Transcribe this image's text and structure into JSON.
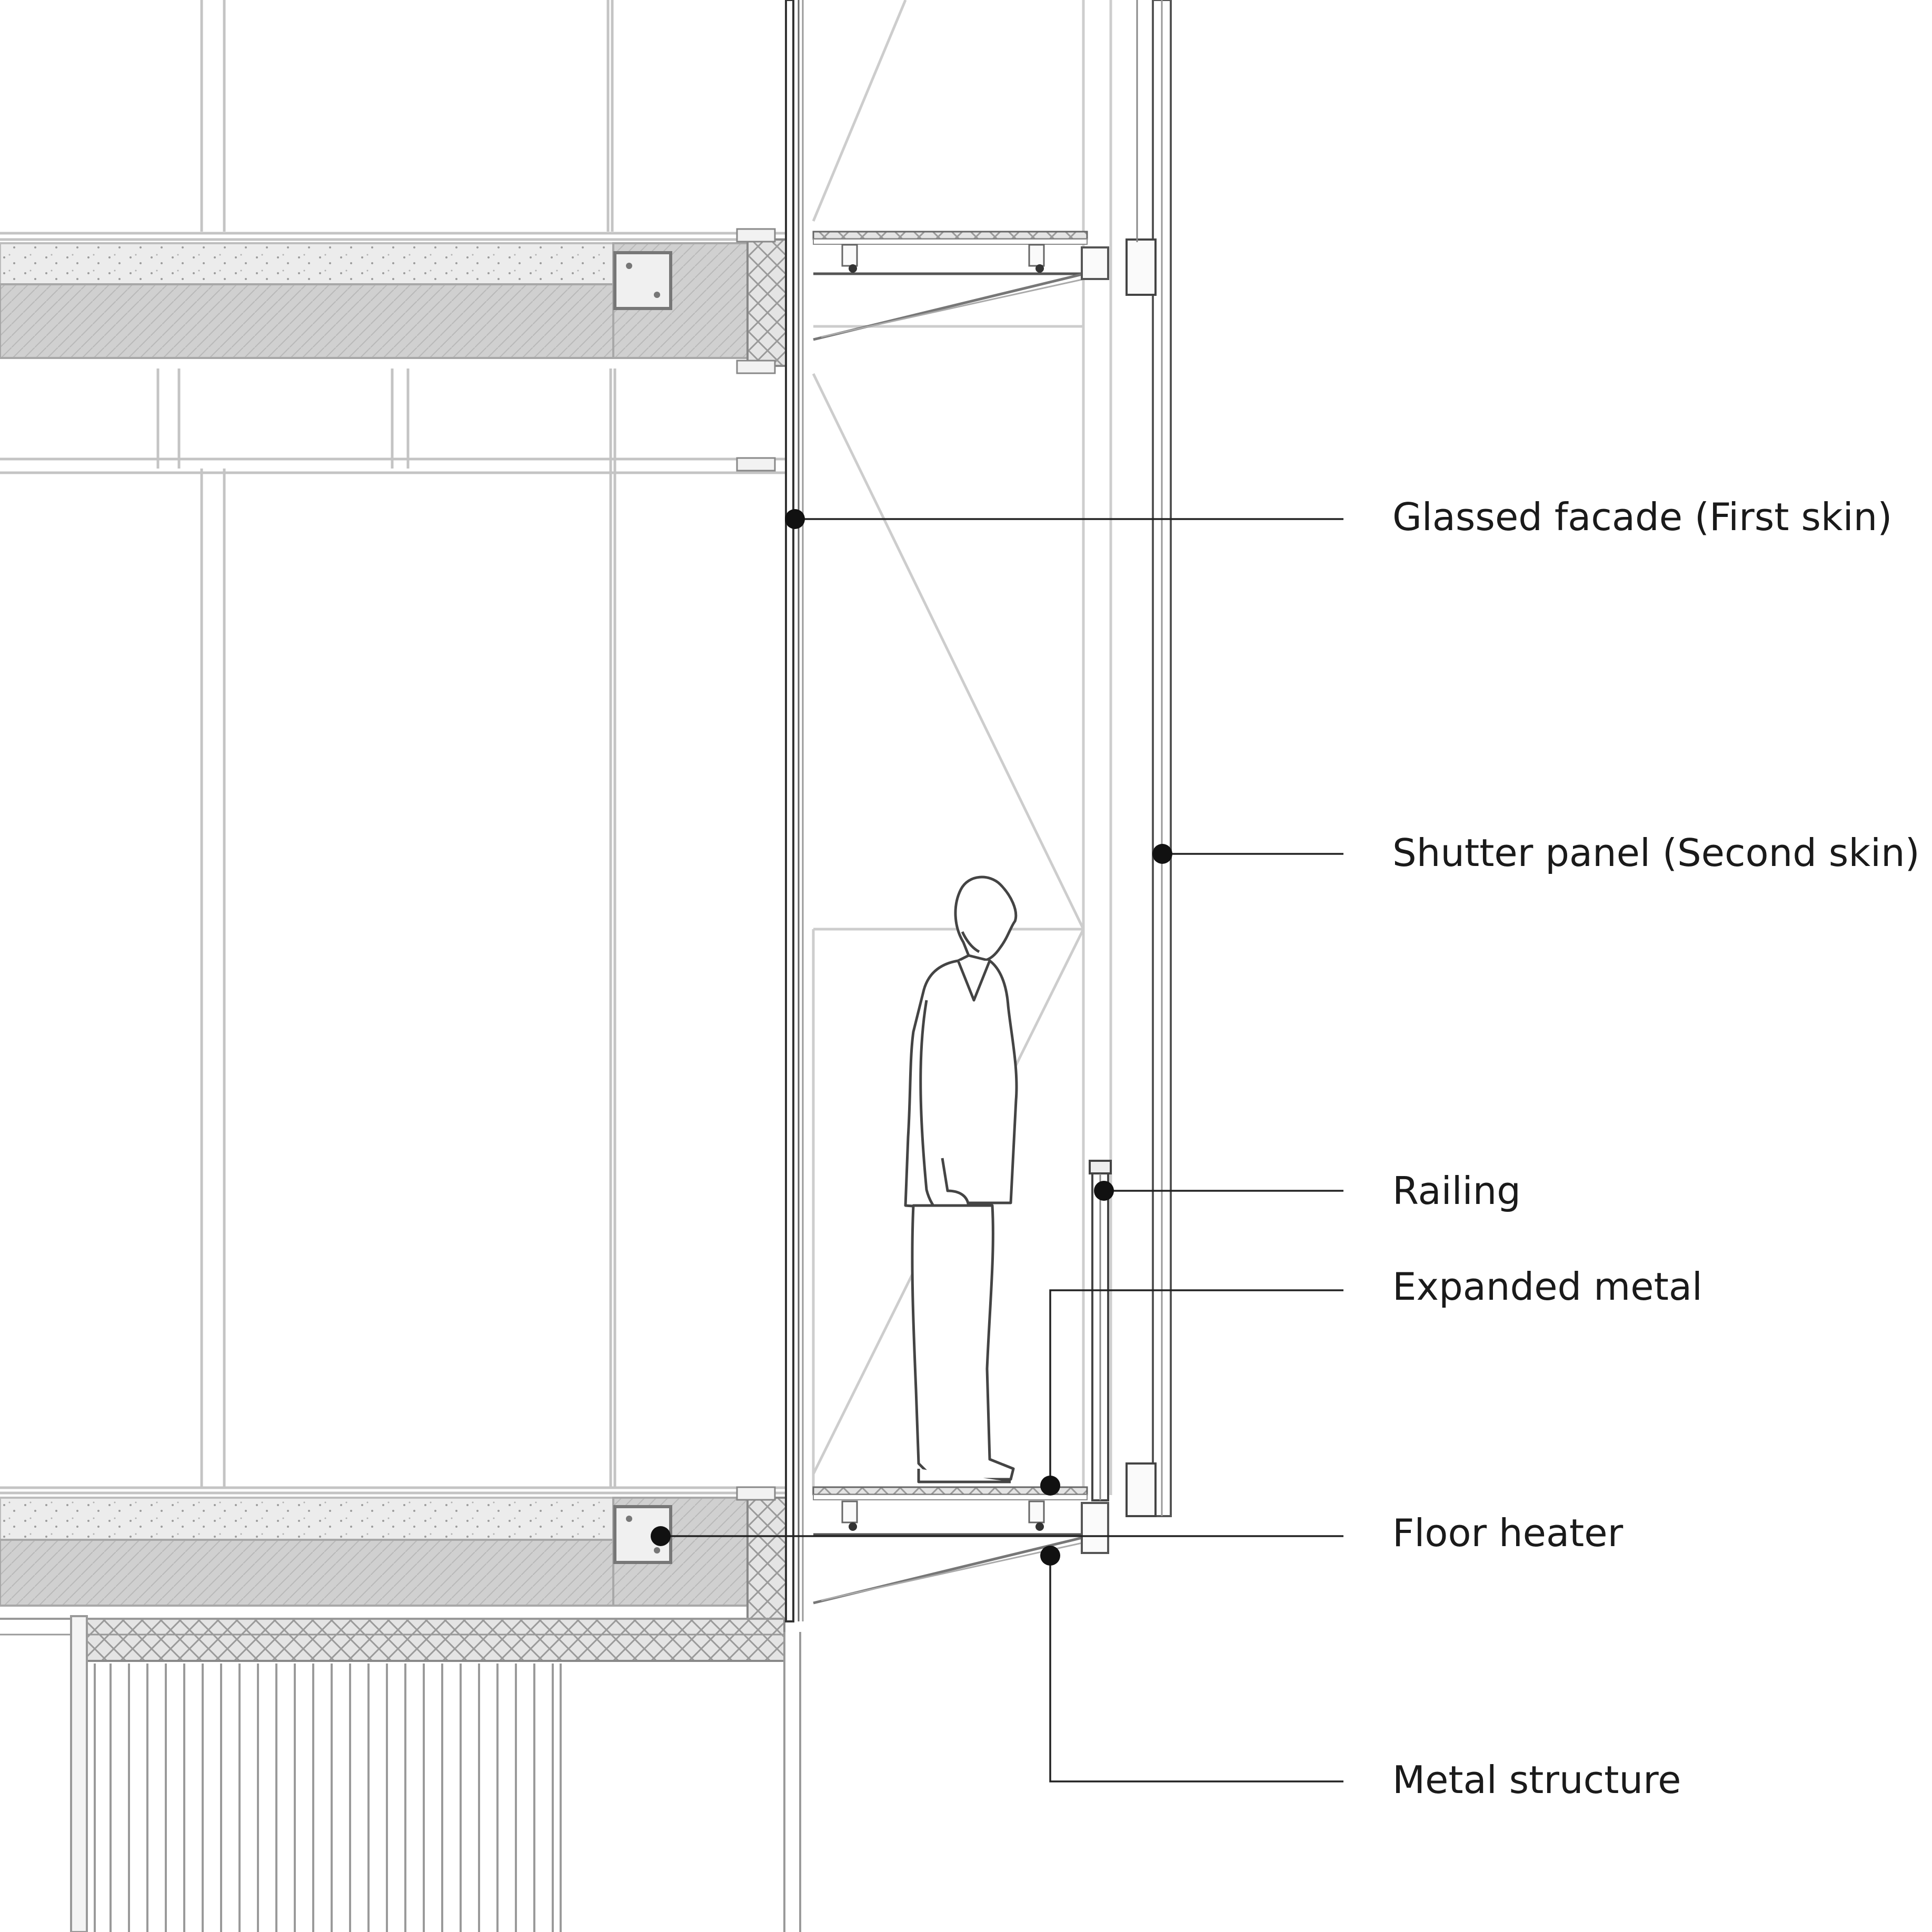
{
  "diagram": {
    "type": "architectural-section",
    "colors": {
      "line": "#bfbfbf",
      "ink": "#1a1a1a",
      "slab_fill": "#cfcfcf",
      "hatch_fill": "#dedede",
      "leader": "#222222"
    },
    "labels": {
      "glassed_facade": "Glassed facade (First skin)",
      "shutter_panel": "Shutter panel (Second skin)",
      "railing": "Railing",
      "expanded_metal": "Expanded metal",
      "floor_heater": "Floor heater",
      "metal_structure": "Metal structure"
    }
  }
}
